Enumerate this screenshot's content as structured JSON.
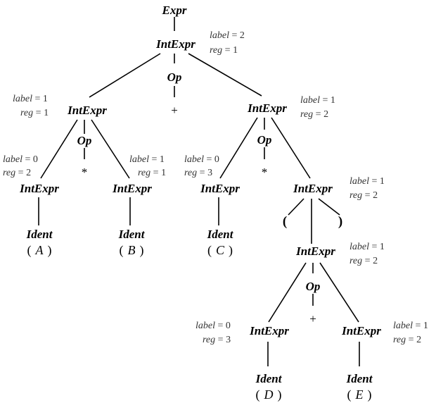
{
  "tree": {
    "root": "Expr",
    "nt": "IntExpr",
    "op": "Op",
    "ident": "Ident",
    "plus": "+",
    "star": "*",
    "lparen": "(",
    "rparen": ")",
    "vars": [
      "A",
      "B",
      "C",
      "D",
      "E"
    ],
    "ann_label": "label",
    "ann_reg": "reg",
    "ann_eq": " = "
  },
  "annotations": [
    {
      "id": "ie-root",
      "label": "2",
      "reg": "1"
    },
    {
      "id": "ie-left",
      "label": "1",
      "reg": "1"
    },
    {
      "id": "ie-right",
      "label": "1",
      "reg": "2"
    },
    {
      "id": "ie-a",
      "label": "0",
      "reg": "2"
    },
    {
      "id": "ie-b",
      "label": "1",
      "reg": "1"
    },
    {
      "id": "ie-c",
      "label": "0",
      "reg": "3"
    },
    {
      "id": "ie-paren",
      "label": "1",
      "reg": "2"
    },
    {
      "id": "ie-inner",
      "label": "1",
      "reg": "2"
    },
    {
      "id": "ie-d",
      "label": "0",
      "reg": "3"
    },
    {
      "id": "ie-e",
      "label": "1",
      "reg": "2"
    }
  ]
}
